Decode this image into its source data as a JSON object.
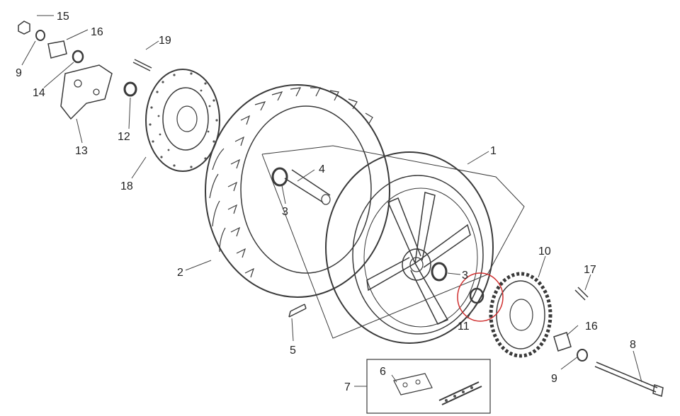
{
  "labels": {
    "p1": "1",
    "p2": "2",
    "p3a": "3",
    "p3b": "3",
    "p4": "4",
    "p5": "5",
    "p6": "6",
    "p7": "7",
    "p8": "8",
    "p9a": "9",
    "p9b": "9",
    "p10": "10",
    "p11": "11",
    "p12": "12",
    "p13": "13",
    "p14": "14",
    "p15": "15",
    "p16a": "16",
    "p16b": "16",
    "p17": "17",
    "p18": "18",
    "p19": "19"
  },
  "colors": {
    "ink": "#3a3a3a",
    "highlight": "#d03030",
    "background": "#ffffff"
  }
}
